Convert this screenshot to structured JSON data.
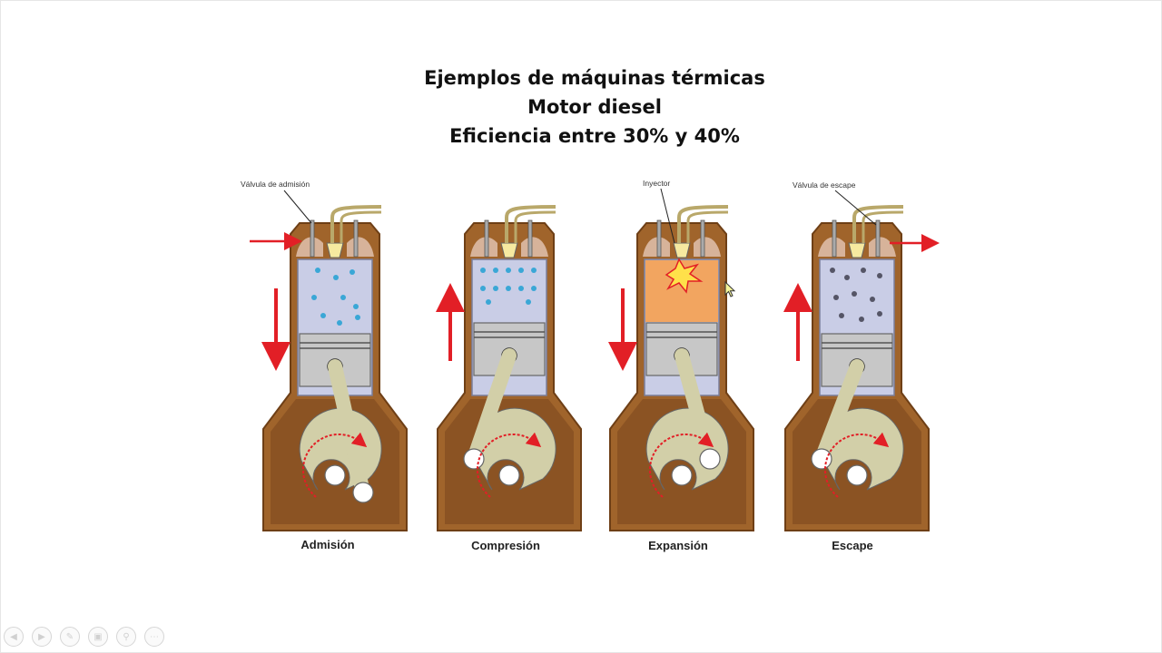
{
  "slide": {
    "title_lines": [
      "Ejemplos de máquinas térmicas",
      "Motor diesel",
      "Eficiencia entre 30% y 40%"
    ]
  },
  "diagram": {
    "stages": [
      {
        "label": "Admisión",
        "callout": "Válvula de admisión"
      },
      {
        "label": "Compresión",
        "callout": ""
      },
      {
        "label": "Expansión",
        "callout": "Inyector"
      },
      {
        "label": "Escape",
        "callout": "Válvula de escape"
      }
    ],
    "colors": {
      "block": "#a0642b",
      "block_dark": "#6e3f16",
      "cylinder": "#c9cde6",
      "piston": "#c7c7c7",
      "rod": "#d2cfa8",
      "air_dots": "#3aa7d6",
      "exhaust_dots": "#555566",
      "arrow": "#e21f26",
      "combustion": "#f2a560"
    }
  },
  "toolbar": {
    "icons": [
      "previous-icon",
      "next-icon",
      "pen-icon",
      "slides-icon",
      "zoom-icon",
      "more-icon"
    ]
  }
}
